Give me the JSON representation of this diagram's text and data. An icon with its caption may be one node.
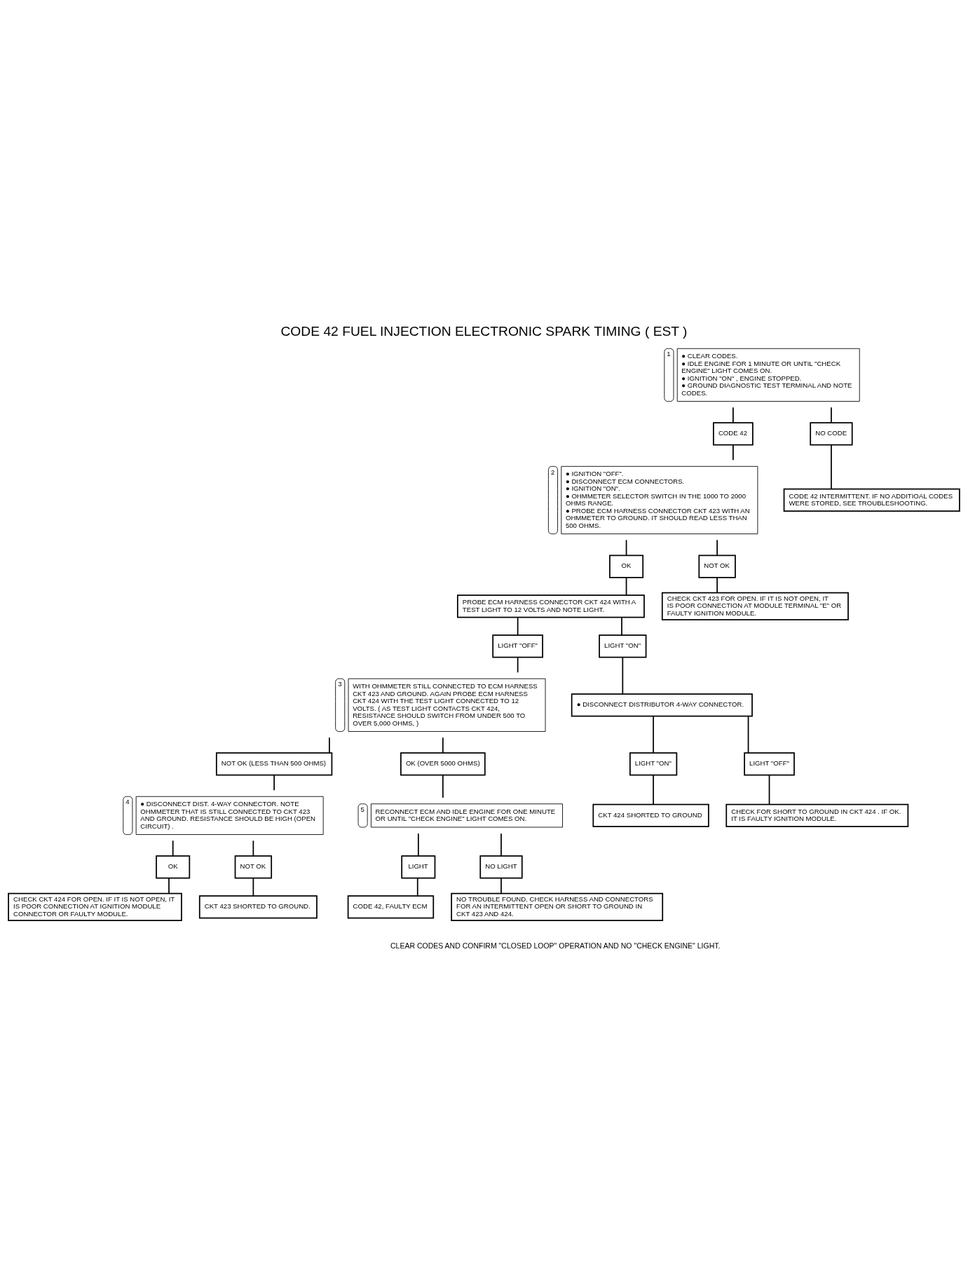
{
  "diagram": {
    "title": "CODE 42 FUEL INJECTION ELECTRONIC SPARK TIMING ( EST )",
    "nodes": [
      {
        "text": [
          "● CLEAR CODES.",
          "● IDLE ENGINE FOR 1 MINUTE OR UNTIL \"CHECK ENGINE\" LIGHT COMES ON.",
          "● IGNITION \"ON\" , ENGINE STOPPED.",
          "● GROUND DIAGNOSTIC TEST TERMINAL AND NOTE CODES."
        ],
        "beside": [
          "1"
        ]
      },
      {
        "text": [
          "CODE 42"
        ]
      },
      {
        "text": [
          "NO CODE"
        ]
      },
      {
        "text": [
          "● IGNITION \"OFF\".",
          "● DISCONNECT ECM CONNECTORS.",
          "● IGNITION \"ON\".",
          "● OHMMETER SELECTOR SWITCH IN THE 1000 TO 2000 OHMS RANGE.",
          "● PROBE ECM HARNESS CONNECTOR CKT 423 WITH AN OHMMETER TO GROUND. IT SHOULD READ LESS THAN 500 OHMS."
        ],
        "beside": [
          "2"
        ]
      },
      {
        "text": [
          "CODE 42 INTERMITTENT. IF NO ADDITIOAL CODES WERE STORED, SEE TROUBLESHOOTING."
        ]
      },
      {
        "text": [
          "OK"
        ]
      },
      {
        "text": [
          "NOT OK"
        ]
      },
      {
        "text": [
          "PROBE ECM HARNESS CONNECTOR CKT 424 WITH A TEST LIGHT TO 12 VOLTS AND NOTE LIGHT."
        ]
      },
      {
        "text": [
          "CHECK CKT 423 FOR OPEN. IF IT IS NOT OPEN, IT IS POOR CONNECTION AT MODULE TERMINAL \"E\" OR FAULTY IGNITION MODULE."
        ]
      },
      {
        "text": [
          "LIGHT \"OFF\""
        ]
      },
      {
        "text": [
          "LIGHT \"ON\""
        ]
      },
      {
        "text": [
          "WITH OHMMETER STILL CONNECTED TO ECM HARNESS CKT 423 AND GROUND. AGAIN PROBE ECM HARNESS CKT 424 WITH THE TEST LIGHT CONNECTED TO 12 VOLTS. ( AS TEST LIGHT CONTACTS CKT 424, RESISTANCE SHOULD SWITCH FROM UNDER 500 TO OVER 5,000 OHMS, )"
        ],
        "beside": [
          "3"
        ]
      },
      {
        "text": [
          "● DISCONNECT DISTRIBUTOR 4-WAY CONNECTOR."
        ]
      },
      {
        "text": [
          "LIGHT \"ON\""
        ]
      },
      {
        "text": [
          "LIGHT \"OFF\""
        ]
      },
      {
        "text": [
          "CKT 424 SHORTED TO GROUND"
        ]
      },
      {
        "text": [
          "CHECK FOR SHORT TO GROUND IN CKT 424 . IF OK. IT IS FAULTY IGNITION MODULE."
        ]
      },
      {
        "text": [
          "NOT OK (LESS THAN 500 OHMS)"
        ]
      },
      {
        "text": [
          "OK (OVER 5000 OHMS)"
        ]
      },
      {
        "text": [
          "● DISCONNECT DIST. 4-WAY CONNECTOR. NOTE OHMMETER THAT IS STILL CONNECTED TO CKT 423 AND GROUND. RESISTANCE SHOULD BE HIGH (OPEN CIRCUIT) ."
        ],
        "beside": [
          "4"
        ]
      },
      {
        "text": [
          "RECONNECT ECM AND IDLE ENGINE FOR ONE MINUTE OR UNTIL \"CHECK ENGINE\" LIGHT COMES ON."
        ],
        "beside": [
          "5"
        ]
      },
      {
        "text": [
          "OK"
        ]
      },
      {
        "text": [
          "NOT OK"
        ]
      },
      {
        "text": [
          "LIGHT"
        ]
      },
      {
        "text": [
          "NO LIGHT"
        ]
      },
      {
        "text": [
          "CHECK CKT 424 FOR OPEN. IF IT IS NOT OPEN, IT IS POOR CONNECTION AT IGNITION MODULE CONNECTOR OR FAULTY MODULE."
        ]
      },
      {
        "text": [
          "CKT 423 SHORTED TO GROUND."
        ]
      },
      {
        "text": [
          "CODE 42, FAULTY ECM"
        ]
      },
      {
        "text": [
          "NO TROUBLE FOUND. CHECK HARNESS AND CONNECTORS FOR AN INTERMITTENT OPEN OR SHORT TO GROUND IN CKT 423 AND 424."
        ]
      }
    ],
    "edges": [
      {
        "from": 0,
        "to": 1,
        "arrow": "none"
      },
      {
        "from": 0,
        "to": 2,
        "arrow": "none"
      },
      {
        "from": 1,
        "to": 3,
        "arrow": "none"
      },
      {
        "from": 2,
        "to": 4,
        "arrow": "none"
      },
      {
        "from": 3,
        "to": 5,
        "arrow": "none"
      },
      {
        "from": 3,
        "to": 6,
        "arrow": "none"
      },
      {
        "from": 5,
        "to": 7,
        "arrow": "none"
      },
      {
        "from": 6,
        "to": 8,
        "arrow": "none"
      },
      {
        "from": 7,
        "to": 9,
        "arrow": "none"
      },
      {
        "from": 7,
        "to": 10,
        "arrow": "none"
      },
      {
        "from": 9,
        "to": 11,
        "arrow": "none"
      },
      {
        "from": 10,
        "to": 12,
        "arrow": "none"
      },
      {
        "from": 12,
        "to": 13,
        "arrow": "none"
      },
      {
        "from": 12,
        "to": 14,
        "arrow": "none"
      },
      {
        "from": 13,
        "to": 15,
        "arrow": "none"
      },
      {
        "from": 14,
        "to": 16,
        "arrow": "none"
      },
      {
        "from": 11,
        "to": 17,
        "arrow": "none"
      },
      {
        "from": 11,
        "to": 18,
        "arrow": "none"
      },
      {
        "from": 17,
        "to": 19,
        "arrow": "none"
      },
      {
        "from": 18,
        "to": 20,
        "arrow": "none"
      },
      {
        "from": 19,
        "to": 21,
        "arrow": "none"
      },
      {
        "from": 19,
        "to": 22,
        "arrow": "none"
      },
      {
        "from": 20,
        "to": 23,
        "arrow": "none"
      },
      {
        "from": 20,
        "to": 24,
        "arrow": "none"
      },
      {
        "from": 21,
        "to": 25,
        "arrow": "none"
      },
      {
        "from": 22,
        "to": 26,
        "arrow": "none"
      },
      {
        "from": 23,
        "to": 27,
        "arrow": "none"
      },
      {
        "from": 24,
        "to": 28,
        "arrow": "none"
      }
    ],
    "labels": [
      "CLEAR CODES AND CONFIRM \"CLOSED LOOP\" OPERATION AND NO \"CHECK ENGINE\" LIGHT."
    ]
  }
}
